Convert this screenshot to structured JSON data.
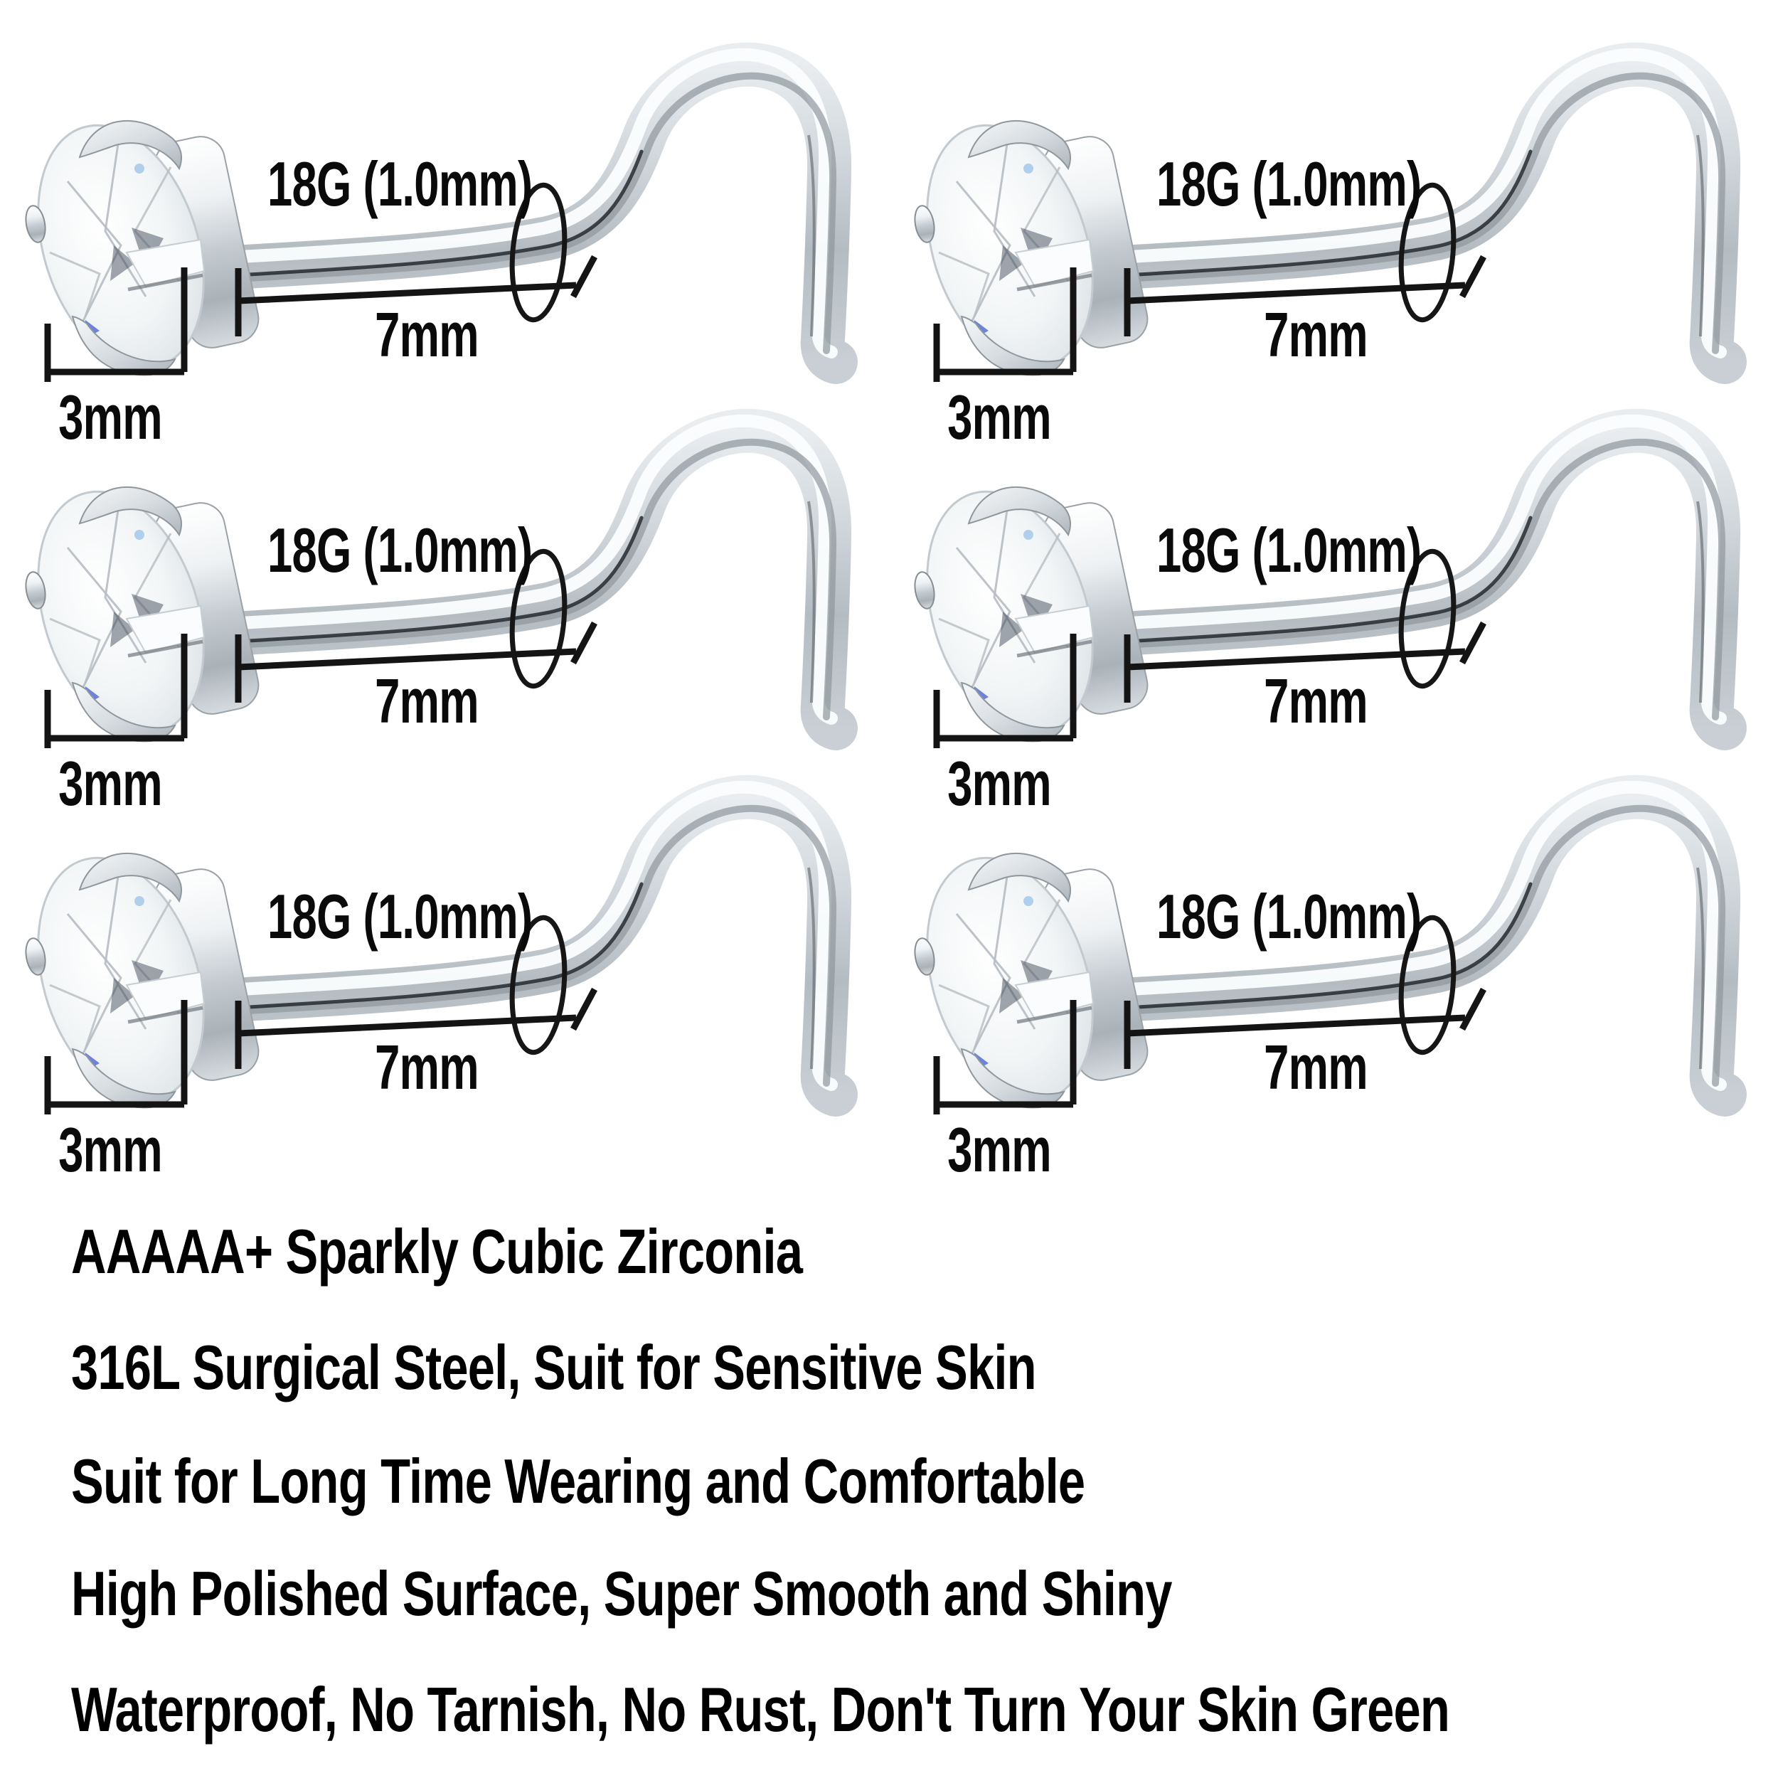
{
  "diagram": {
    "units": [
      {
        "id": "unit-1",
        "row": 1,
        "col": 1,
        "gauge_label": "18G (1.0mm)",
        "length_label": "7mm",
        "gem_width_label": "3mm"
      },
      {
        "id": "unit-2",
        "row": 1,
        "col": 2,
        "gauge_label": "18G (1.0mm)",
        "length_label": "7mm",
        "gem_width_label": "3mm"
      },
      {
        "id": "unit-3",
        "row": 2,
        "col": 1,
        "gauge_label": "18G (1.0mm)",
        "length_label": "7mm",
        "gem_width_label": "3mm"
      },
      {
        "id": "unit-4",
        "row": 2,
        "col": 2,
        "gauge_label": "18G (1.0mm)",
        "length_label": "7mm",
        "gem_width_label": "3mm"
      },
      {
        "id": "unit-5",
        "row": 3,
        "col": 1,
        "gauge_label": "18G (1.0mm)",
        "length_label": "7mm",
        "gem_width_label": "3mm"
      },
      {
        "id": "unit-6",
        "row": 3,
        "col": 2,
        "gauge_label": "18G (1.0mm)",
        "length_label": "7mm",
        "gem_width_label": "3mm"
      }
    ]
  },
  "features": [
    "AAAAA+ Sparkly Cubic Zirconia",
    "316L Surgical Steel, Suit for Sensitive Skin",
    "Suit for Long Time Wearing and Comfortable",
    "High Polished Surface, Super Smooth and Shiny",
    "Waterproof, No Tarnish, No Rust, Don't Turn Your Skin Green"
  ],
  "colors": {
    "background": "#ffffff",
    "text": "#000000",
    "annotation": "#141414",
    "metal_light": "#f6f8f9",
    "metal_mid": "#c3cad0",
    "metal_dark": "#8f979d",
    "gem_glint_blue": "#4a66d4"
  }
}
